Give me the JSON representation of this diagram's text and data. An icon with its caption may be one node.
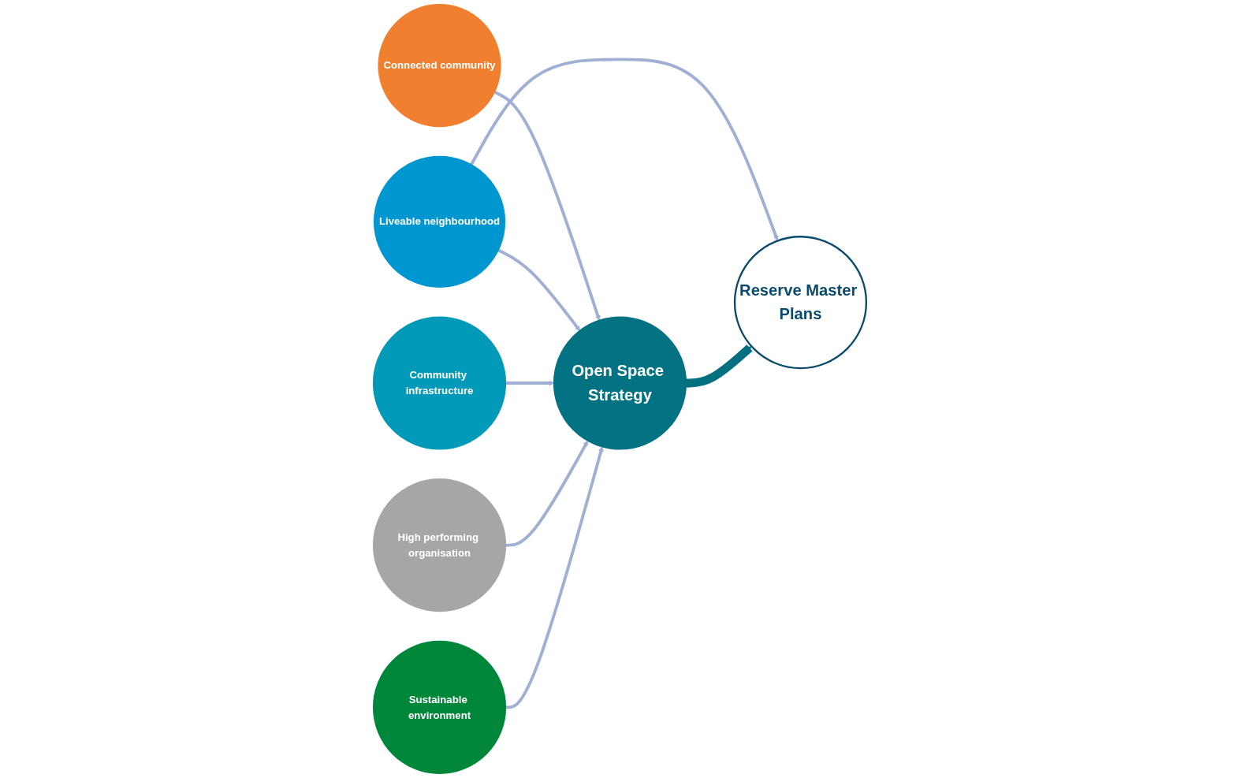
{
  "diagram": {
    "nodes": [
      {
        "text": [
          "Connected community"
        ]
      },
      {
        "text": [
          "Liveable neighbourhood"
        ]
      },
      {
        "text": [
          "Community infrastructure"
        ]
      },
      {
        "text": [
          "Open Space Strategy"
        ]
      },
      {
        "text": [
          "Reserve Master Plans"
        ]
      },
      {
        "text": [
          "High performing organisation"
        ]
      },
      {
        "text": [
          "Sustainable environment"
        ]
      }
    ],
    "edges": [
      {
        "from": 0,
        "to": 3,
        "arrow": "to"
      },
      {
        "from": 1,
        "to": 3,
        "arrow": "to"
      },
      {
        "from": 2,
        "to": 3,
        "arrow": "to"
      },
      {
        "from": 5,
        "to": 3,
        "arrow": "to"
      },
      {
        "from": 6,
        "to": 3,
        "arrow": "to"
      },
      {
        "from": 1,
        "to": 4,
        "arrow": "to"
      },
      {
        "from": 3,
        "to": 4,
        "arrow": "to",
        "style": "thick",
        "color": "#03707f"
      }
    ]
  }
}
